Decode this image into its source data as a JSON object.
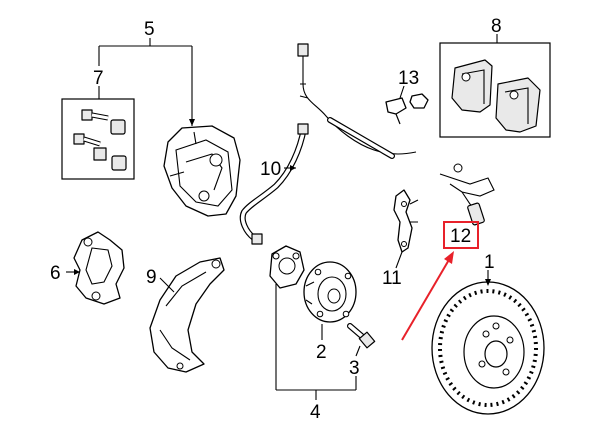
{
  "diagram": {
    "callouts": [
      {
        "id": "1",
        "text": "1"
      },
      {
        "id": "2",
        "text": "2"
      },
      {
        "id": "3",
        "text": "3"
      },
      {
        "id": "4",
        "text": "4"
      },
      {
        "id": "5",
        "text": "5"
      },
      {
        "id": "6",
        "text": "6"
      },
      {
        "id": "7",
        "text": "7"
      },
      {
        "id": "8",
        "text": "8"
      },
      {
        "id": "9",
        "text": "9"
      },
      {
        "id": "10",
        "text": "10"
      },
      {
        "id": "11",
        "text": "11"
      },
      {
        "id": "12",
        "text": "12"
      },
      {
        "id": "13",
        "text": "13"
      }
    ],
    "highlight": {
      "callout": "12",
      "box_color": "#e8212a",
      "arrow_color": "#e8212a"
    }
  }
}
